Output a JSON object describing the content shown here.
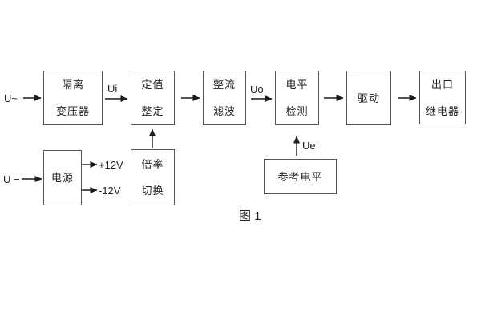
{
  "figure": {
    "caption": "图 1"
  },
  "blocks": {
    "isolation_transformer": {
      "line1": "隔离",
      "line2": "变压器"
    },
    "setting_adjust": {
      "line1": "定值",
      "line2": "整定"
    },
    "rectifier_filter": {
      "line1": "整流",
      "line2": "滤波"
    },
    "level_detector": {
      "line1": "电平",
      "line2": "检测"
    },
    "driver": {
      "line1": "驱动"
    },
    "output_relay": {
      "line1": "出口",
      "line2": "继电器"
    },
    "power_supply": {
      "line1": "电源"
    },
    "ratio_switch": {
      "line1": "倍率",
      "line2": "切换"
    },
    "reference_level": {
      "line1": "参考电平"
    }
  },
  "signals": {
    "ac_input": "U~",
    "dc_input": "U −",
    "ui": "Ui",
    "uo": "Uo",
    "ue": "Ue",
    "rail_pos": "+12V",
    "rail_neg": "-12V"
  },
  "colors": {
    "border": "#555555",
    "text": "#222222",
    "arrow": "#1a1a1a",
    "background": "#ffffff"
  }
}
